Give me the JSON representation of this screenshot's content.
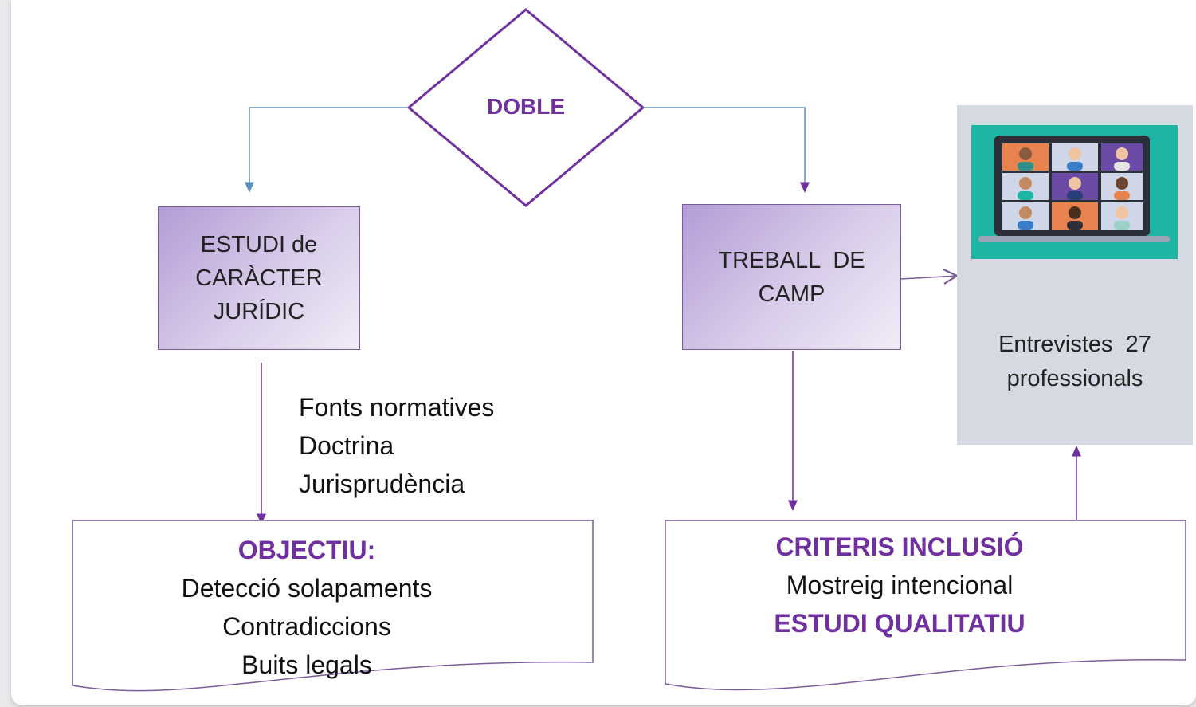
{
  "diamond": {
    "label": "DOBLE"
  },
  "left_box": {
    "lines": [
      "ESTUDI de",
      "CARÀCTER",
      "JURÍDIC"
    ]
  },
  "right_box": {
    "lines": [
      "TREBALL  DE",
      "CAMP"
    ]
  },
  "sources": {
    "items": [
      "Fonts normatives",
      "Doctrina",
      "Jurisprudència"
    ]
  },
  "objective": {
    "title": "OBJECTIU:",
    "lines": [
      "Detecció solapaments",
      "Contradiccions",
      "Buits legals"
    ]
  },
  "criteria": {
    "title": "CRITERIS INCLUSIÓ",
    "line": "Mostreig intencional",
    "footer": "ESTUDI QUALITATIU"
  },
  "interviews": {
    "lines": [
      "Entrevistes  27",
      "professionals"
    ]
  },
  "colors": {
    "accent": "#7030a0",
    "connector_blue": "#5b8fbf",
    "connector_purple": "#7030a0",
    "box_fill": "#c9b8e3",
    "panel_gray": "#d5d9e1",
    "illustration_teal": "#1fb5a5"
  }
}
